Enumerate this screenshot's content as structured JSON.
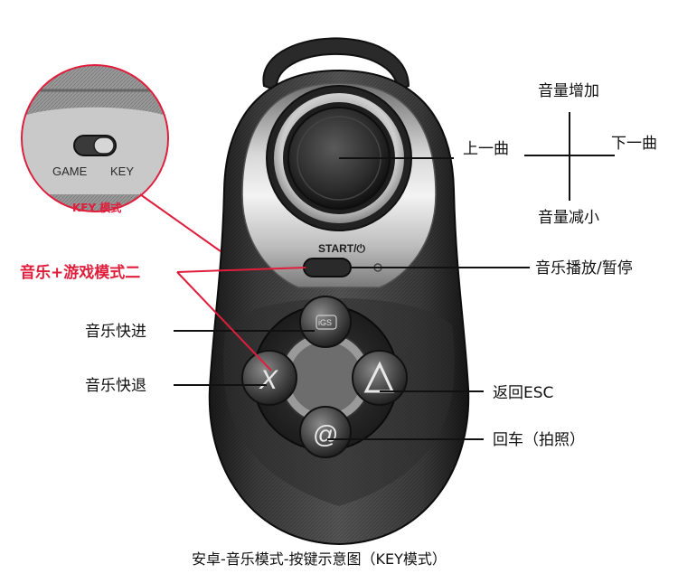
{
  "device": {
    "start_label": "START/⏻",
    "btn_top_label": "iGS",
    "btn_left_label": "X",
    "btn_right_label": "△",
    "btn_bottom_label": "@"
  },
  "inset": {
    "game_label": "GAME",
    "key_label": "KEY",
    "mode_label": "KEY 模式"
  },
  "labels": {
    "volume_up": "音量增加",
    "volume_down": "音量减小",
    "prev_track": "上一曲",
    "next_track": "下一曲",
    "play_pause": "音乐播放/暂停",
    "music_game_mode2": "音乐+游戏模式二",
    "fast_forward": "音乐快进",
    "rewind": "音乐快退",
    "back_esc": "返回ESC",
    "enter_photo": "回车（拍照）"
  },
  "caption": "安卓-音乐模式-按键示意图（KEY模式）",
  "colors": {
    "accent_red": "#e01e3c",
    "line_dark": "#1a1a1a"
  }
}
